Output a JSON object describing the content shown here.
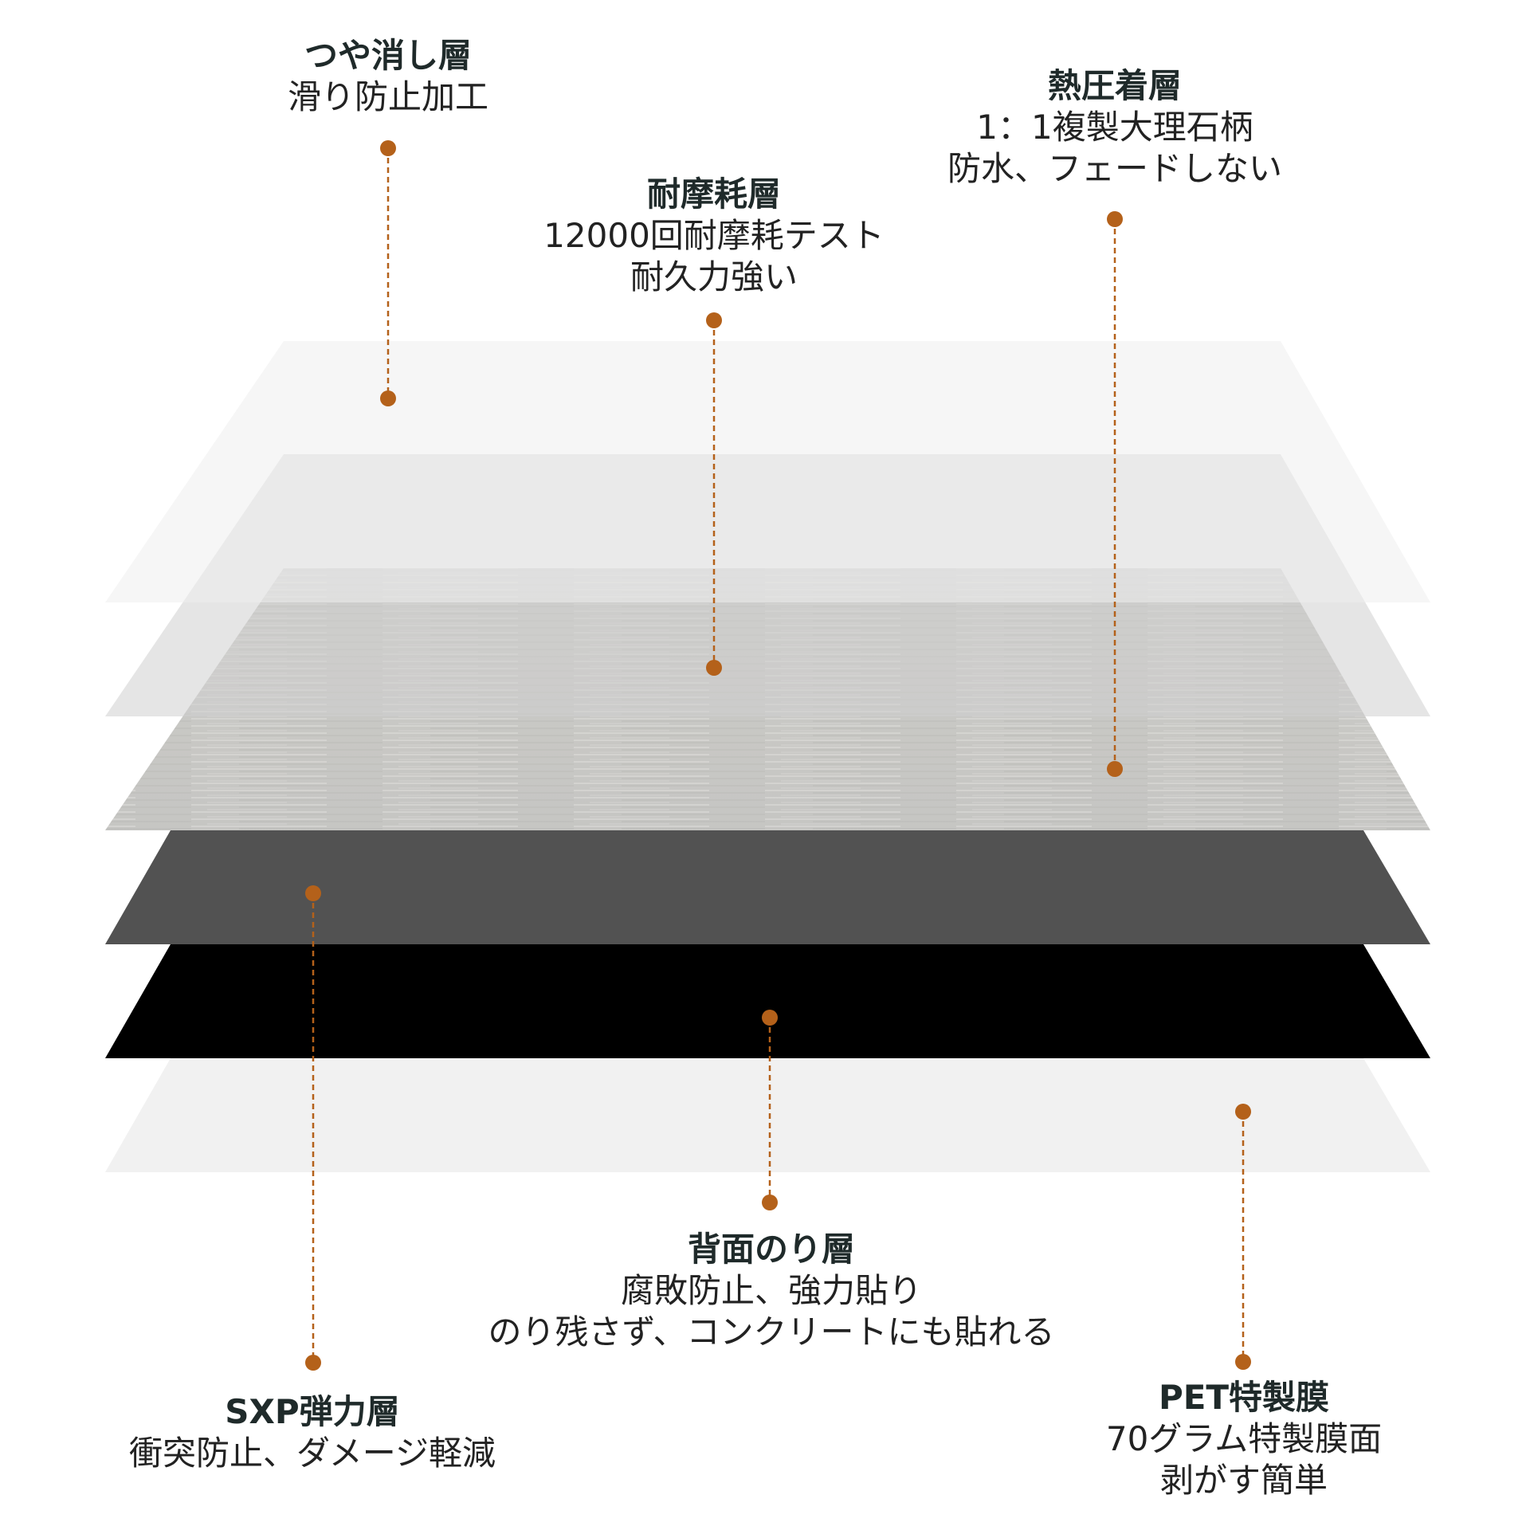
{
  "colors": {
    "accent": "#b4611a",
    "layer_matte": "#efefef",
    "layer_wear": "#cfcfcf",
    "layer_marble_top": "#cbcac7",
    "layer_marble_bottom": "#c6c6c3",
    "layer_sxp": "#525252",
    "layer_glue": "#000000",
    "layer_pet": "#f1f1f1"
  },
  "layers": [
    {
      "id": "matte",
      "name": "つや消し層"
    },
    {
      "id": "wear",
      "name": "耐摩耗層"
    },
    {
      "id": "heat",
      "name": "熱圧着層"
    },
    {
      "id": "sxp",
      "name": "SXP弾力層"
    },
    {
      "id": "glue",
      "name": "背面のり層"
    },
    {
      "id": "pet",
      "name": "PET特製膜"
    }
  ],
  "callouts": {
    "matte": {
      "title": "つや消し層",
      "lines": [
        "滑り防止加工"
      ]
    },
    "wear": {
      "title": "耐摩耗層",
      "lines": [
        "12000回耐摩耗テスト",
        "耐久力強い"
      ]
    },
    "heat": {
      "title": "熱圧着層",
      "lines": [
        "1：1複製大理石柄",
        "防水、フェードしない"
      ]
    },
    "glue": {
      "title": "背面のり層",
      "lines": [
        "腐敗防止、強力貼り",
        "のり残さず、コンクリートにも貼れる"
      ]
    },
    "sxp": {
      "title": "SXP弾力層",
      "lines": [
        "衝突防止、ダメージ軽減"
      ]
    },
    "pet": {
      "title": "PET特製膜",
      "lines": [
        "70グラム特製膜面",
        "剥がす簡単"
      ]
    }
  }
}
